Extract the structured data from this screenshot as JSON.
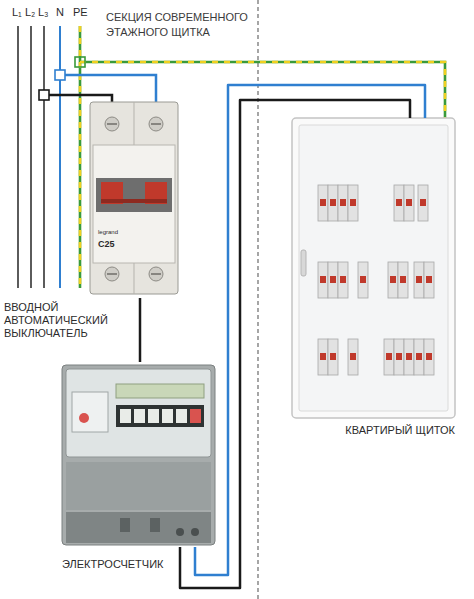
{
  "diagram": {
    "title": "СЕКЦИЯ СОВРЕМЕННОГО ЭТАЖНОГО ЩИТКА",
    "nodes": [
      {
        "text": [
          "ВВОДНОЙ АВТОМАТИЧЕСКИЙ ВЫКЛЮЧАТЕЛЬ"
        ]
      },
      {
        "text": [
          "ЭЛЕКТРОСЧЕТЧИК"
        ]
      },
      {
        "text": [
          "КВАРТИРЫЙ ЩИТОК"
        ]
      }
    ],
    "edges": [
      {
        "from": 0,
        "to": 1,
        "arrow": "none"
      },
      {
        "from": 1,
        "to": 2,
        "arrow": "none"
      },
      {
        "from": 1,
        "to": 2,
        "arrow": "none"
      }
    ],
    "labels": [
      "L₁",
      "L₂",
      "L₃",
      "N",
      "PE",
      "C25",
      "legrand"
    ]
  }
}
